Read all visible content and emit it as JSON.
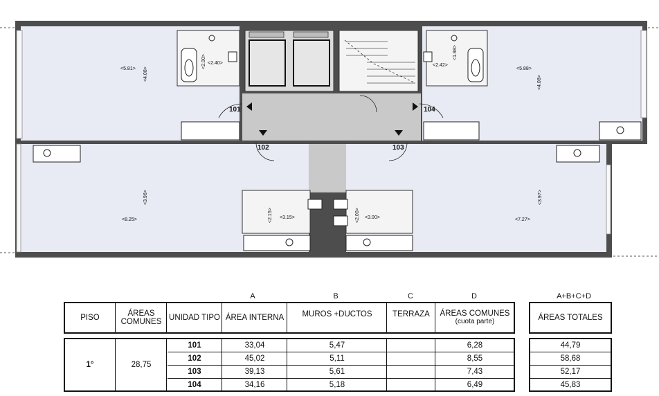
{
  "floor_plan": {
    "units": [
      {
        "id": "101",
        "label": "101"
      },
      {
        "id": "102",
        "label": "102"
      },
      {
        "id": "103",
        "label": "103"
      },
      {
        "id": "104",
        "label": "104"
      }
    ],
    "dimensions": {
      "d_5_81": "<5.81>",
      "d_4_08": "<4.08>",
      "d_2_00_a": "<2.00>",
      "d_2_40": "<2.40>",
      "d_1_98": "<1.98>",
      "d_2_42": "<2.42>",
      "d_5_88": "<5.88>",
      "d_4_08_b": "<4.08>",
      "d_3_96": "<3.96>",
      "d_8_25": "<8.25>",
      "d_2_15": "<2.15>",
      "d_3_15": "<3.15>",
      "d_2_00_b": "<2.00>",
      "d_3_00": "<3.00>",
      "d_3_97": "<3.97>",
      "d_7_27": "<7.27>"
    }
  },
  "table": {
    "column_letters": {
      "a": "A",
      "b": "B",
      "c": "C",
      "d": "D",
      "total": "A+B+C+D"
    },
    "headers": {
      "piso": "PISO",
      "areas_comunes_1": "ÁREAS",
      "areas_comunes_2": "COMUNES",
      "unidad_tipo": "UNIDAD TIPO",
      "area_interna": "ÁREA INTERNA",
      "muros": "MUROS +DUCTOS",
      "terraza": "TERRAZA",
      "areas_comunes_d": "ÁREAS COMUNES",
      "cuota_parte": "(cuota parte)",
      "areas_totales": "ÁREAS TOTALES"
    },
    "piso": "1°",
    "areas_comunes_value": "28,75",
    "rows": [
      {
        "unit": "101",
        "area_interna": "33,04",
        "muros": "5,47",
        "terraza": "",
        "comunes": "6,28",
        "total": "44,79"
      },
      {
        "unit": "102",
        "area_interna": "45,02",
        "muros": "5,11",
        "terraza": "",
        "comunes": "8,55",
        "total": "58,68"
      },
      {
        "unit": "103",
        "area_interna": "39,13",
        "muros": "5,61",
        "terraza": "",
        "comunes": "7,43",
        "total": "52,17"
      },
      {
        "unit": "104",
        "area_interna": "34,16",
        "muros": "5,18",
        "terraza": "",
        "comunes": "6,49",
        "total": "45,83"
      }
    ]
  }
}
